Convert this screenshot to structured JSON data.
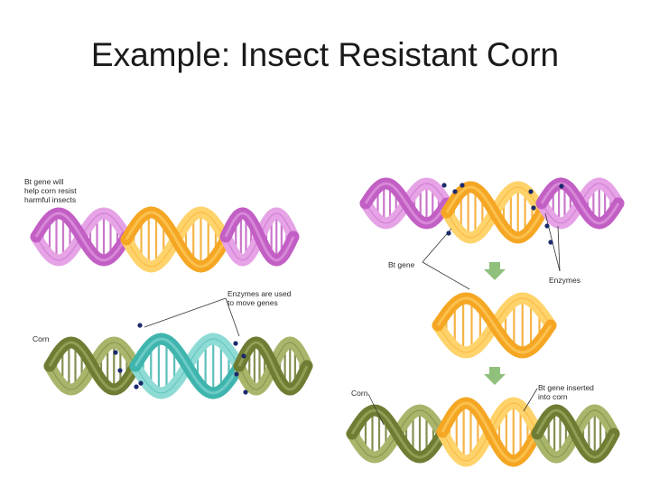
{
  "slide": {
    "title": "Example: Insect Resistant Corn"
  },
  "colors": {
    "bt_gene": "#f5a623",
    "bt_gene_light": "#ffd36b",
    "insect_dna": "#c25fc4",
    "insect_dna_light": "#e6a3e6",
    "corn_dna": "#6e7d33",
    "corn_dna_light": "#a9b56a",
    "enzyme_dna": "#3fb5ae",
    "enzyme_dna_light": "#8edbd5",
    "enzyme_dot": "#1c2a6b",
    "arrow": "#8fc07c"
  },
  "labels": {
    "bt_gene_help": "Bt gene will\nhelp corn resist\nharmful insects",
    "enzymes_used": "Enzymes are used\nto move genes",
    "corn_left": "Corn",
    "bt_gene": "Bt gene",
    "enzymes": "Enzymes",
    "corn_right": "Corn",
    "bt_inserted": "Bt gene inserted\ninto corn"
  }
}
